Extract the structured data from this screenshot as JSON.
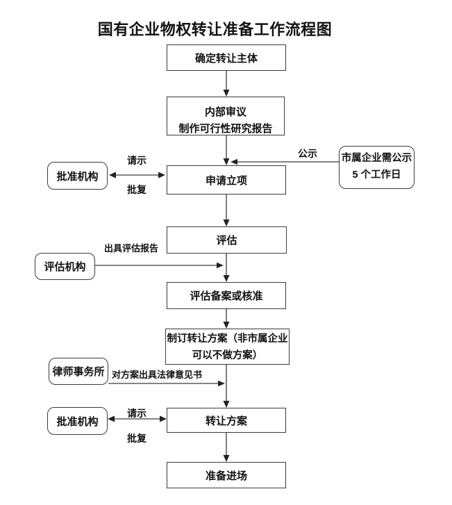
{
  "title": "国有企业物权转让准备工作流程图",
  "nodes": {
    "determine_subject": "确定转让主体",
    "internal_review_line1": "内部审议",
    "internal_review_line2": "制作可行性研究报告",
    "apply_project": "申请立项",
    "evaluation": "评估",
    "evaluation_filing": "评估备案或核准",
    "make_plan_line1": "制订转让方案（非市属企业",
    "make_plan_line2": "可以不做方案）",
    "transfer_plan": "转让方案",
    "prepare_entry": "准备进场"
  },
  "side_nodes": {
    "approval_agency_top": "批准机构",
    "public_notice_line1": "市属企业需公示",
    "public_notice_line2": "5 个工作日",
    "evaluation_agency": "评估机构",
    "law_firm": "律师事务所",
    "approval_agency_bottom": "批准机构"
  },
  "edge_labels": {
    "request_top": "请示",
    "reply_top": "批复",
    "public_notice": "公示",
    "issue_evaluation_report": "出具评估报告",
    "legal_opinion_on_plan": "对方案出具法律意见书",
    "request_bottom": "请示",
    "reply_bottom": "批复"
  },
  "colors": {
    "line": "#3a3a3a",
    "arrow": "#222222",
    "text": "#111111",
    "background": "#ffffff"
  }
}
